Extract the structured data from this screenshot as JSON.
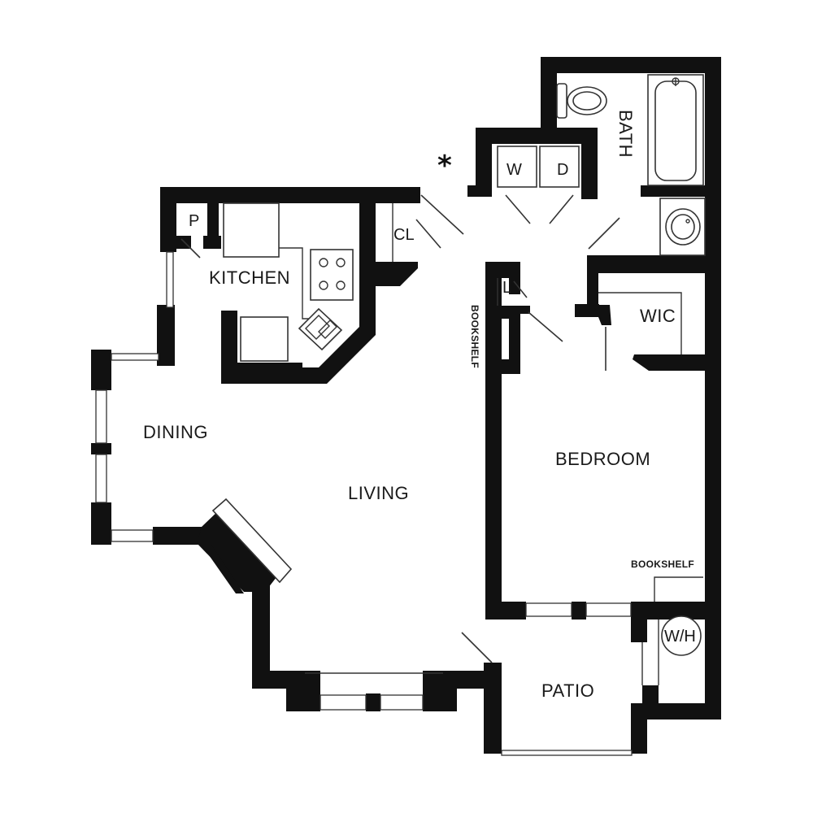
{
  "rooms": {
    "bath": "BATH",
    "washer": "W",
    "dryer": "D",
    "pantry": "P",
    "closet": "CL",
    "kitchen": "KITCHEN",
    "linen": "L",
    "bookshelf_hall": "BOOKSHELF",
    "wic": "WIC",
    "dining": "DINING",
    "living": "LIVING",
    "bedroom": "BEDROOM",
    "bookshelf_bedroom": "BOOKSHELF",
    "water_heater": "W/H",
    "patio": "PATIO"
  },
  "marker": "*"
}
